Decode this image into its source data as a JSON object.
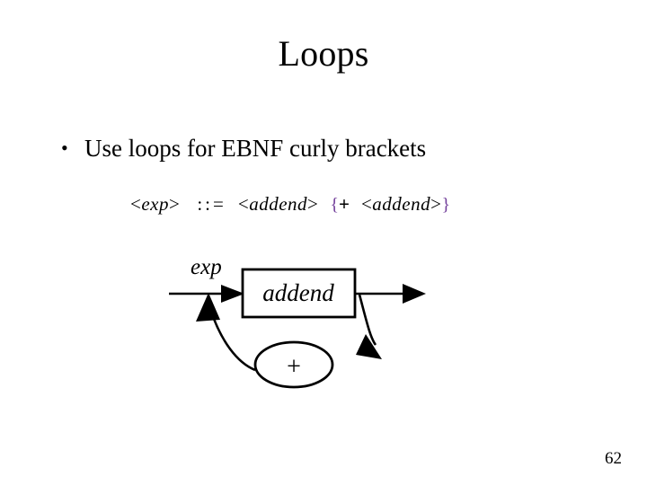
{
  "slide": {
    "title": "Loops",
    "page_number": "62",
    "background_color": "#ffffff",
    "text_color": "#000000"
  },
  "bullets": [
    {
      "marker": "•",
      "text": "Use loops for EBNF curly brackets"
    }
  ],
  "production": {
    "lhs_open": "<",
    "lhs": "exp",
    "lhs_close": ">",
    "defines": "::=",
    "rhs1_open": "<",
    "rhs1": "addend",
    "rhs1_close": ">",
    "brace_open": "{",
    "operator": "+",
    "rhs2_open": "<",
    "rhs2": "addend",
    "rhs2_close": ">",
    "brace_close": "}",
    "brace_color": "#73409b"
  },
  "railroad": {
    "entry_label": "exp",
    "box_label": "addend",
    "loop_label": "+",
    "stroke_color": "#000000"
  }
}
